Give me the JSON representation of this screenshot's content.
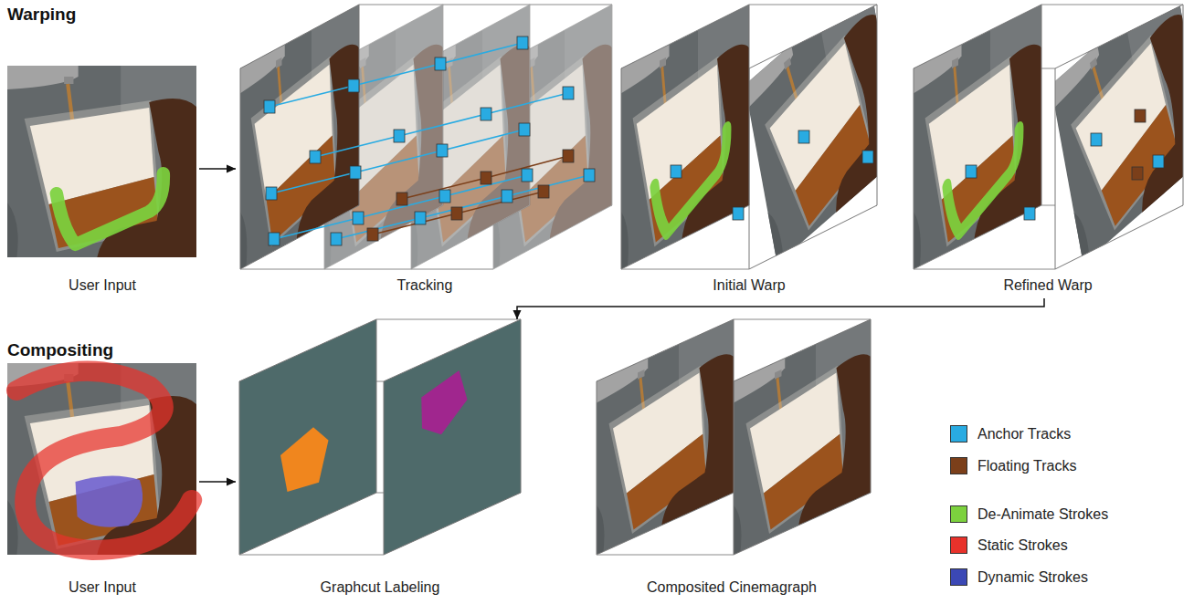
{
  "diagram": {
    "nodes": [
      {
        "text": [
          "User Input"
        ]
      },
      {
        "text": [
          "Tracking"
        ]
      },
      {
        "text": [
          "Initial Warp"
        ]
      },
      {
        "text": [
          "Refined Warp"
        ]
      },
      {
        "text": [
          "User Input"
        ]
      },
      {
        "text": [
          "Graphcut Labeling"
        ]
      },
      {
        "text": [
          "Composited Cinemagraph"
        ]
      }
    ],
    "edges": [
      {
        "from": 0,
        "to": 1,
        "arrow": "to"
      },
      {
        "from": 3,
        "to": 5,
        "arrow": "to"
      },
      {
        "from": 4,
        "to": 5,
        "arrow": "to"
      }
    ],
    "labels": [
      "Warping",
      "Compositing"
    ],
    "legend": [
      {
        "text": "Anchor Tracks",
        "color": "#29abe2"
      },
      {
        "text": "Floating Tracks",
        "color": "#7b3f1a"
      },
      {
        "text": "De-Animate Strokes",
        "color": "#7cd13e"
      },
      {
        "text": "Static Strokes",
        "color": "#e8322b"
      },
      {
        "text": "Dynamic Strokes",
        "color": "#3b48b5"
      }
    ]
  }
}
